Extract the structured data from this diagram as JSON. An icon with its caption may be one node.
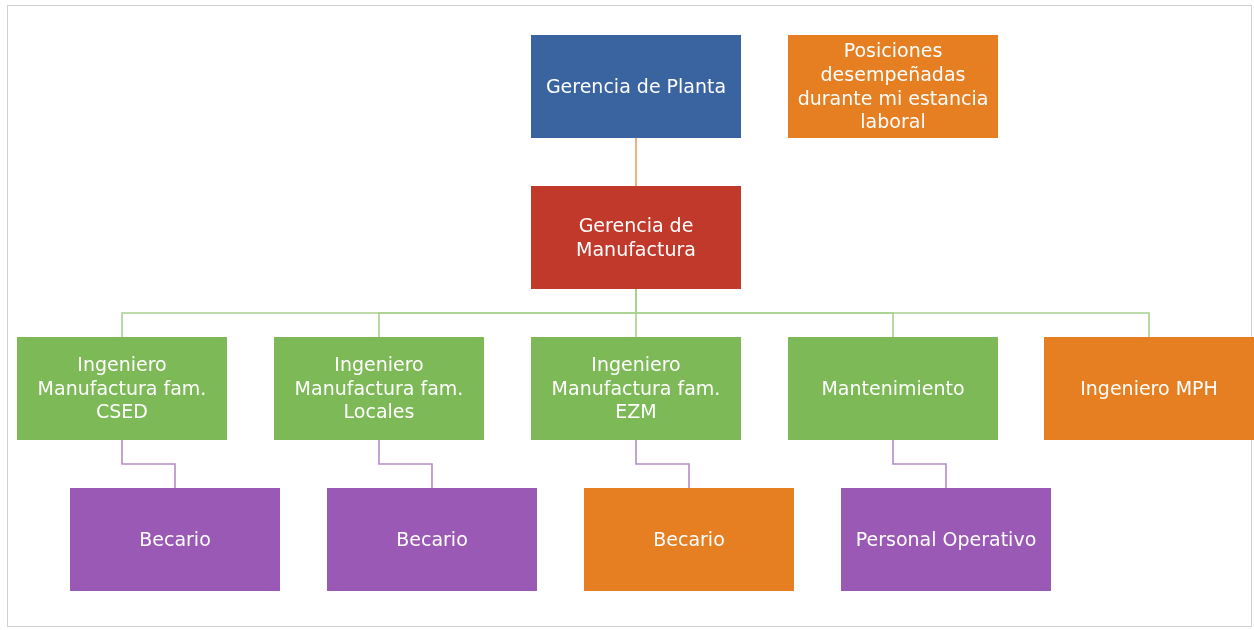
{
  "diagram": {
    "nodes": [
      {
        "text": [
          "Gerencia de Planta"
        ]
      },
      {
        "text": [
          "Posiciones desempeñadas durante mi estancia laboral"
        ]
      },
      {
        "text": [
          "Gerencia de Manufactura"
        ]
      },
      {
        "text": [
          "Ingeniero Manufactura fam. CSED"
        ]
      },
      {
        "text": [
          "Ingeniero Manufactura fam. Locales"
        ]
      },
      {
        "text": [
          "Ingeniero Manufactura fam. EZM"
        ]
      },
      {
        "text": [
          "Mantenimiento"
        ]
      },
      {
        "text": [
          "Ingeniero MPH"
        ]
      },
      {
        "text": [
          "Becario"
        ]
      },
      {
        "text": [
          "Becario"
        ]
      },
      {
        "text": [
          "Becario"
        ]
      },
      {
        "text": [
          "Personal Operativo"
        ]
      }
    ],
    "edges": [
      {
        "from": 0,
        "to": 2,
        "arrow": "none",
        "color": "#e8a060"
      },
      {
        "from": 2,
        "to": 3,
        "arrow": "none"
      },
      {
        "from": 2,
        "to": 4,
        "arrow": "none"
      },
      {
        "from": 2,
        "to": 5,
        "arrow": "none"
      },
      {
        "from": 2,
        "to": 6,
        "arrow": "none"
      },
      {
        "from": 2,
        "to": 7,
        "arrow": "none"
      },
      {
        "from": 3,
        "to": 8,
        "arrow": "none",
        "color": "#b48ccb"
      },
      {
        "from": 4,
        "to": 9,
        "arrow": "none",
        "color": "#b48ccb"
      },
      {
        "from": 5,
        "to": 10,
        "arrow": "none",
        "color": "#b48ccb"
      },
      {
        "from": 6,
        "to": 11,
        "arrow": "none",
        "color": "#b48ccb"
      }
    ]
  }
}
